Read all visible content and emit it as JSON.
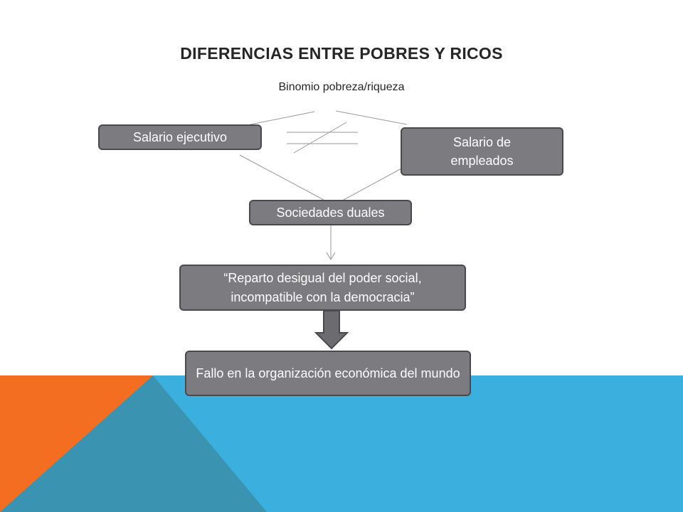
{
  "slide": {
    "title": "DIFERENCIAS ENTRE POBRES Y RICOS",
    "subtitle": "Binomio pobreza/riqueza"
  },
  "nodes": {
    "salario_ejecutivo": "Salario ejecutivo",
    "salario_empleados": "Salario de empleados",
    "sociedades_duales": "Sociedades duales",
    "reparto": "“Reparto desigual del poder social, incompatible con la democracia”",
    "fallo": "Fallo en la organización económica del mundo"
  },
  "colors": {
    "orange": "#f36e21",
    "teal_dark": "#3a93b0",
    "sky_blue": "#3bb0df",
    "box_fill": "#7c7c80",
    "box_border": "#4a4a4e",
    "block_arrow": "#6c6c70"
  }
}
